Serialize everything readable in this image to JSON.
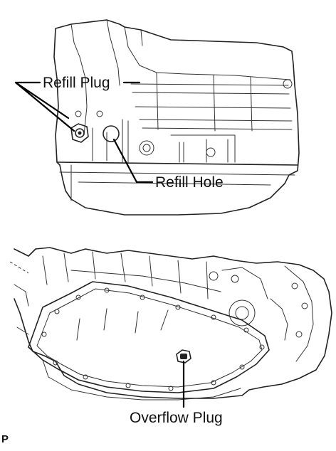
{
  "labels": {
    "refill_plug": "Refill Plug",
    "refill_hole": "Refill Hole",
    "overflow_plug": "Overflow Plug"
  },
  "reference_code": "P",
  "colors": {
    "line": "#222222",
    "background": "#ffffff"
  },
  "icons": [
    "transmission-side-view-illustration",
    "transmission-underside-view-illustration",
    "refill-plug-icon",
    "refill-hole-icon",
    "overflow-plug-icon"
  ]
}
